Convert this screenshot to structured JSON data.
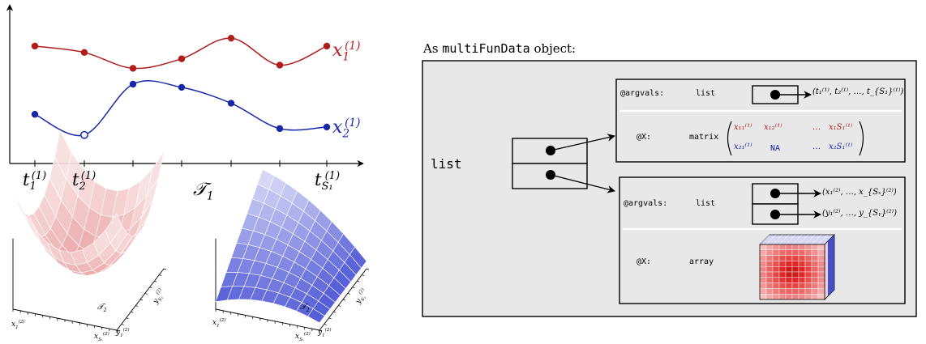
{
  "colors": {
    "red": "#b11d1d",
    "blue": "#1727a8",
    "panel_bg": "#e8e8e8",
    "frame": "#000000"
  },
  "icons": [
    "pointer-dot",
    "arrow",
    "open-circle-marker"
  ],
  "left_top_plot": {
    "x_ticks": {
      "t1": {
        "base": "t",
        "sub": "1",
        "sup": "(1)"
      },
      "t2": {
        "base": "t",
        "sub": "2",
        "sup": "(1)"
      },
      "tS": {
        "base": "t",
        "sub": "S₁",
        "sup": "(1)"
      }
    },
    "domain_label": {
      "base": "𝒯",
      "sub": "1"
    },
    "series": [
      {
        "label": {
          "base": "x",
          "sub": "1",
          "sup": "(1)"
        },
        "values": [
          0.74,
          0.7,
          0.6,
          0.66,
          0.79,
          0.62,
          0.74
        ]
      },
      {
        "label": {
          "base": "x",
          "sub": "2",
          "sup": "(1)"
        },
        "values": [
          0.31,
          0.18,
          0.5,
          0.48,
          0.38,
          0.22,
          0.23
        ],
        "missing_index": 1
      }
    ]
  },
  "left_bottom_plots": {
    "red": {
      "tau": {
        "base": "𝒯",
        "sub": "2"
      },
      "x1": {
        "base": "x",
        "sub": "1",
        "sup": "(2)"
      },
      "xS": {
        "base": "x",
        "sub": "Sₓ",
        "sup": "(2)"
      },
      "y1": {
        "base": "y",
        "sub": "1",
        "sup": "(2)"
      },
      "yS": {
        "base": "y",
        "sub": "Sᵧ",
        "sup": "(2)"
      }
    },
    "blue": {
      "tau": {
        "base": "𝒯",
        "sub": "2"
      },
      "x1": {
        "base": "x",
        "sub": "1",
        "sup": "(2)"
      },
      "xS": {
        "base": "x",
        "sub": "Sₓ",
        "sup": "(2)"
      },
      "y1": {
        "base": "y",
        "sub": "1",
        "sup": "(2)"
      },
      "yS": {
        "base": "y",
        "sub": "Sᵧ",
        "sup": "(2)"
      }
    }
  },
  "right": {
    "title_prefix": "As ",
    "title_code": "multiFunData",
    "title_suffix": " object:",
    "list_label": "list",
    "top_slot": {
      "argvals_name": "@argvals:",
      "argvals_type": "list",
      "argvals_value": "(t₁⁽¹⁾, t₂⁽¹⁾, …, t_{S₁}⁽¹⁾)",
      "x_name": "@X:",
      "x_type": "matrix",
      "matrix_row1": [
        "x₁₁⁽¹⁾",
        "x₁₂⁽¹⁾",
        "…",
        "x₁S₁⁽¹⁾"
      ],
      "matrix_row2": [
        "x₂₁⁽¹⁾",
        "NA",
        "…",
        "x₂S₁⁽¹⁾"
      ]
    },
    "bottom_slot": {
      "argvals_name": "@argvals:",
      "argvals_type": "list",
      "argvals_value_1": "(x₁⁽²⁾, …, x_{Sₓ}⁽²⁾)",
      "argvals_value_2": "(y₁⁽²⁾, …, y_{Sᵧ}⁽²⁾)",
      "x_name": "@X:",
      "x_type": "array"
    }
  }
}
